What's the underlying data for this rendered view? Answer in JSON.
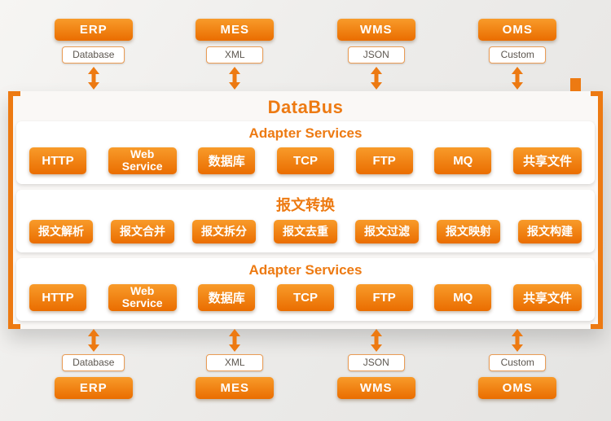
{
  "colors": {
    "accent": "#ED7A12"
  },
  "bus": {
    "title": "DataBus",
    "sections": [
      {
        "title": "Adapter Services",
        "items": [
          "HTTP",
          "Web Service",
          "数据库",
          "TCP",
          "FTP",
          "MQ",
          "共享文件"
        ]
      },
      {
        "title": "报文转换",
        "items": [
          "报文解析",
          "报文合并",
          "报文拆分",
          "报文去重",
          "报文过滤",
          "报文映射",
          "报文构建"
        ]
      },
      {
        "title": "Adapter Services",
        "items": [
          "HTTP",
          "Web Service",
          "数据库",
          "TCP",
          "FTP",
          "MQ",
          "共享文件"
        ]
      }
    ]
  },
  "top_systems": [
    {
      "name": "ERP",
      "format": "Database"
    },
    {
      "name": "MES",
      "format": "XML"
    },
    {
      "name": "WMS",
      "format": "JSON"
    },
    {
      "name": "OMS",
      "format": "Custom"
    }
  ],
  "bottom_systems": [
    {
      "name": "ERP",
      "format": "Database"
    },
    {
      "name": "MES",
      "format": "XML"
    },
    {
      "name": "WMS",
      "format": "JSON"
    },
    {
      "name": "OMS",
      "format": "Custom"
    }
  ]
}
